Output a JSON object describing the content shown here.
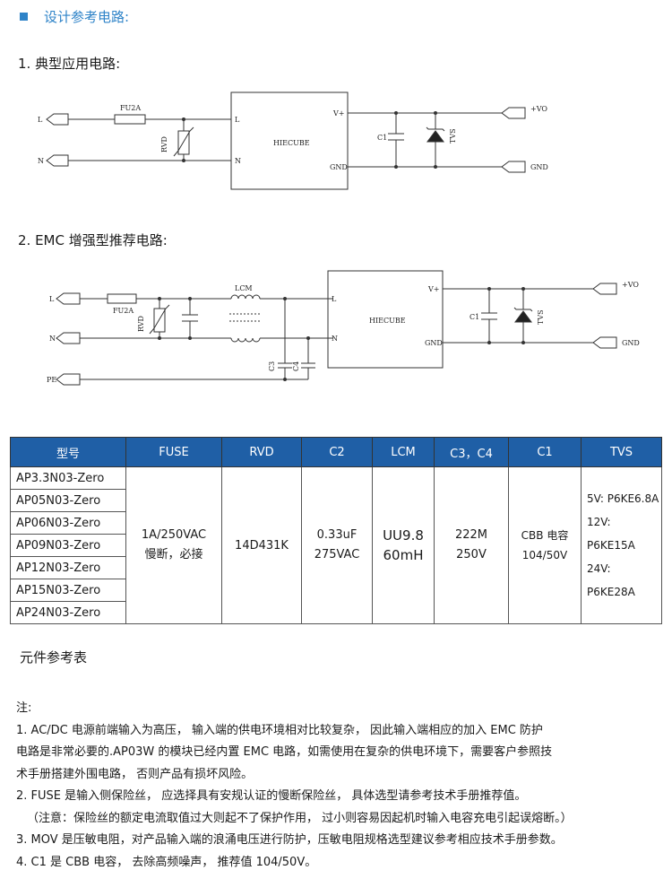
{
  "section_title": "设计参考电路:",
  "circuit1": {
    "heading": "1.  典型应用电路:",
    "labels": {
      "l": "L",
      "n": "N",
      "fuse": "FU2A",
      "rvd": "RVD",
      "module": "HIECUBE",
      "pin_l": "L",
      "pin_n": "N",
      "pin_vplus": "V+",
      "pin_gnd": "GND",
      "c1": "C1",
      "tvs": "TVS",
      "out_vo": "+VO",
      "out_gnd": "GND"
    }
  },
  "circuit2": {
    "heading": "2.  EMC 增强型推荐电路:",
    "labels": {
      "l": "L",
      "n": "N",
      "pe": "PE",
      "fuse": "FU2A",
      "rvd": "RVD",
      "lcm": "LCM",
      "c3": "C3",
      "c4": "C4",
      "module": "HIECUBE",
      "pin_l": "L",
      "pin_n": "N",
      "pin_vplus": "V+",
      "pin_gnd": "GND",
      "c1": "C1",
      "tvs": "TVS",
      "out_vo": "+VO",
      "out_gnd": "GND"
    }
  },
  "table": {
    "headers": [
      "型号",
      "FUSE",
      "RVD",
      "C2",
      "LCM",
      "C3，C4",
      "C1",
      "TVS"
    ],
    "models": [
      "AP3.3N03-Zero",
      "AP05N03-Zero",
      "AP06N03-Zero",
      "AP09N03-Zero",
      "AP12N03-Zero",
      "AP15N03-Zero",
      "AP24N03-Zero"
    ],
    "fuse": [
      "1A/250VAC",
      "慢断，必接"
    ],
    "rvd": "14D431K",
    "c2": [
      "0.33uF",
      "275VAC"
    ],
    "lcm": [
      "UU9.8",
      "60mH"
    ],
    "c3c4": [
      "222M",
      "250V"
    ],
    "c1": [
      "CBB 电容",
      "104/50V"
    ],
    "tvs": [
      "5V:  P6KE6.8A",
      "12V:  P6KE15A",
      "24V: P6KE28A"
    ]
  },
  "table_caption": "元件参考表",
  "notes": {
    "title": "注:",
    "lines": [
      "1. AC/DC 电源前端输入为高压，  输入端的供电环境相对比较复杂，  因此输入端相应的加入  EMC  防护",
      "电路是非常必要的.AP03W 的模块已经内置 EMC 电路，如需使用在复杂的供电环境下，需要客户参照技",
      "术手册搭建外围电路，  否则产品有损坏风险。",
      "2. FUSE  是输入侧保险丝，  应选择具有安规认证的慢断保险丝，  具体选型请参考技术手册推荐值。",
      "（注意：保险丝的额定电流取值过大则起不了保护作用，  过小则容易因起机时输入电容充电引起误熔断。）",
      "3. MOV  是压敏电阻，对产品输入端的浪涌电压进行防护，压敏电阻规格选型建议参考相应技术手册参数。",
      "4. C1  是 CBB 电容，  去除高频噪声，  推荐值  104/50V。"
    ]
  },
  "colors": {
    "accent": "#2e83c8",
    "table_header": "#1f5fa6"
  }
}
